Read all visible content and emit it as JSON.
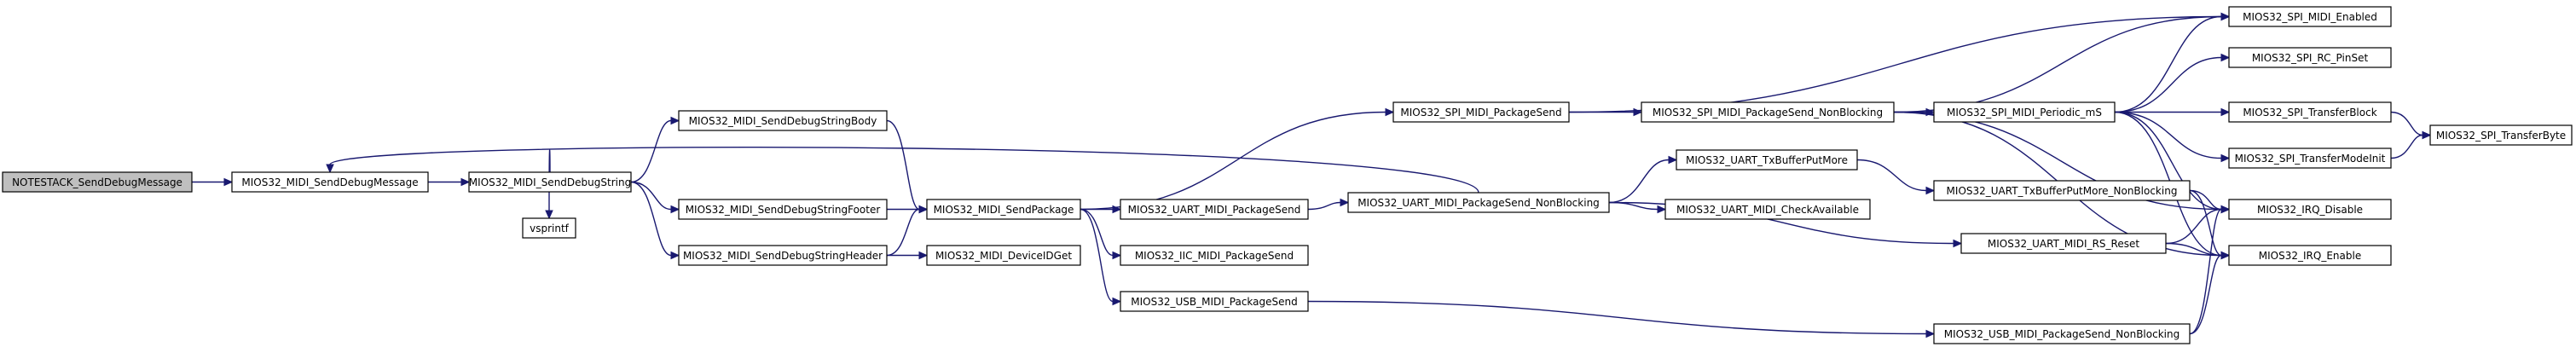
{
  "graph": {
    "nodes": [
      {
        "id": "n0",
        "label": "NOTESTACK_SendDebugMessage"
      },
      {
        "id": "n1",
        "label": "MIOS32_MIDI_SendDebugMessage"
      },
      {
        "id": "n2",
        "label": "MIOS32_MIDI_SendDebugString"
      },
      {
        "id": "n3",
        "label": "vsprintf"
      },
      {
        "id": "n4",
        "label": "MIOS32_MIDI_SendDebugStringBody"
      },
      {
        "id": "n5",
        "label": "MIOS32_MIDI_SendDebugStringFooter"
      },
      {
        "id": "n6",
        "label": "MIOS32_MIDI_SendDebugStringHeader"
      },
      {
        "id": "n7",
        "label": "MIOS32_MIDI_SendPackage"
      },
      {
        "id": "n8",
        "label": "MIOS32_MIDI_DeviceIDGet"
      },
      {
        "id": "n9",
        "label": "MIOS32_SPI_MIDI_PackageSend"
      },
      {
        "id": "n10",
        "label": "MIOS32_UART_MIDI_PackageSend"
      },
      {
        "id": "n11",
        "label": "MIOS32_IIC_MIDI_PackageSend"
      },
      {
        "id": "n12",
        "label": "MIOS32_USB_MIDI_PackageSend"
      },
      {
        "id": "n13",
        "label": "MIOS32_SPI_MIDI_PackageSend_NonBlocking"
      },
      {
        "id": "n14",
        "label": "MIOS32_UART_MIDI_PackageSend_NonBlocking"
      },
      {
        "id": "n15",
        "label": "MIOS32_UART_TxBufferPutMore"
      },
      {
        "id": "n16",
        "label": "MIOS32_UART_MIDI_CheckAvailable"
      },
      {
        "id": "n17",
        "label": "MIOS32_SPI_MIDI_Periodic_mS"
      },
      {
        "id": "n18",
        "label": "MIOS32_UART_TxBufferPutMore_NonBlocking"
      },
      {
        "id": "n19",
        "label": "MIOS32_UART_MIDI_RS_Reset"
      },
      {
        "id": "n20",
        "label": "MIOS32_USB_MIDI_PackageSend_NonBlocking"
      },
      {
        "id": "n21",
        "label": "MIOS32_SPI_MIDI_Enabled"
      },
      {
        "id": "n22",
        "label": "MIOS32_SPI_RC_PinSet"
      },
      {
        "id": "n23",
        "label": "MIOS32_SPI_TransferBlock"
      },
      {
        "id": "n24",
        "label": "MIOS32_SPI_TransferModeInit"
      },
      {
        "id": "n25",
        "label": "MIOS32_IRQ_Disable"
      },
      {
        "id": "n26",
        "label": "MIOS32_IRQ_Enable"
      },
      {
        "id": "n27",
        "label": "MIOS32_SPI_TransferByte"
      }
    ],
    "edges": [
      [
        "n0",
        "n1"
      ],
      [
        "n1",
        "n2"
      ],
      [
        "n2",
        "n3"
      ],
      [
        "n2",
        "n4"
      ],
      [
        "n2",
        "n5"
      ],
      [
        "n2",
        "n6"
      ],
      [
        "n4",
        "n7"
      ],
      [
        "n5",
        "n7"
      ],
      [
        "n6",
        "n7"
      ],
      [
        "n6",
        "n8"
      ],
      [
        "n7",
        "n9"
      ],
      [
        "n7",
        "n10"
      ],
      [
        "n7",
        "n11"
      ],
      [
        "n7",
        "n12"
      ],
      [
        "n9",
        "n13"
      ],
      [
        "n9",
        "n21"
      ],
      [
        "n10",
        "n14"
      ],
      [
        "n12",
        "n20"
      ],
      [
        "n13",
        "n17"
      ],
      [
        "n13",
        "n21"
      ],
      [
        "n13",
        "n25"
      ],
      [
        "n13",
        "n26"
      ],
      [
        "n14",
        "n1"
      ],
      [
        "n14",
        "n15"
      ],
      [
        "n14",
        "n16"
      ],
      [
        "n14",
        "n19"
      ],
      [
        "n15",
        "n18"
      ],
      [
        "n18",
        "n25"
      ],
      [
        "n18",
        "n26"
      ],
      [
        "n19",
        "n25"
      ],
      [
        "n19",
        "n26"
      ],
      [
        "n20",
        "n25"
      ],
      [
        "n20",
        "n26"
      ],
      [
        "n17",
        "n21"
      ],
      [
        "n17",
        "n22"
      ],
      [
        "n17",
        "n23"
      ],
      [
        "n17",
        "n24"
      ],
      [
        "n17",
        "n25"
      ],
      [
        "n17",
        "n26"
      ],
      [
        "n23",
        "n27"
      ],
      [
        "n24",
        "n27"
      ]
    ]
  }
}
